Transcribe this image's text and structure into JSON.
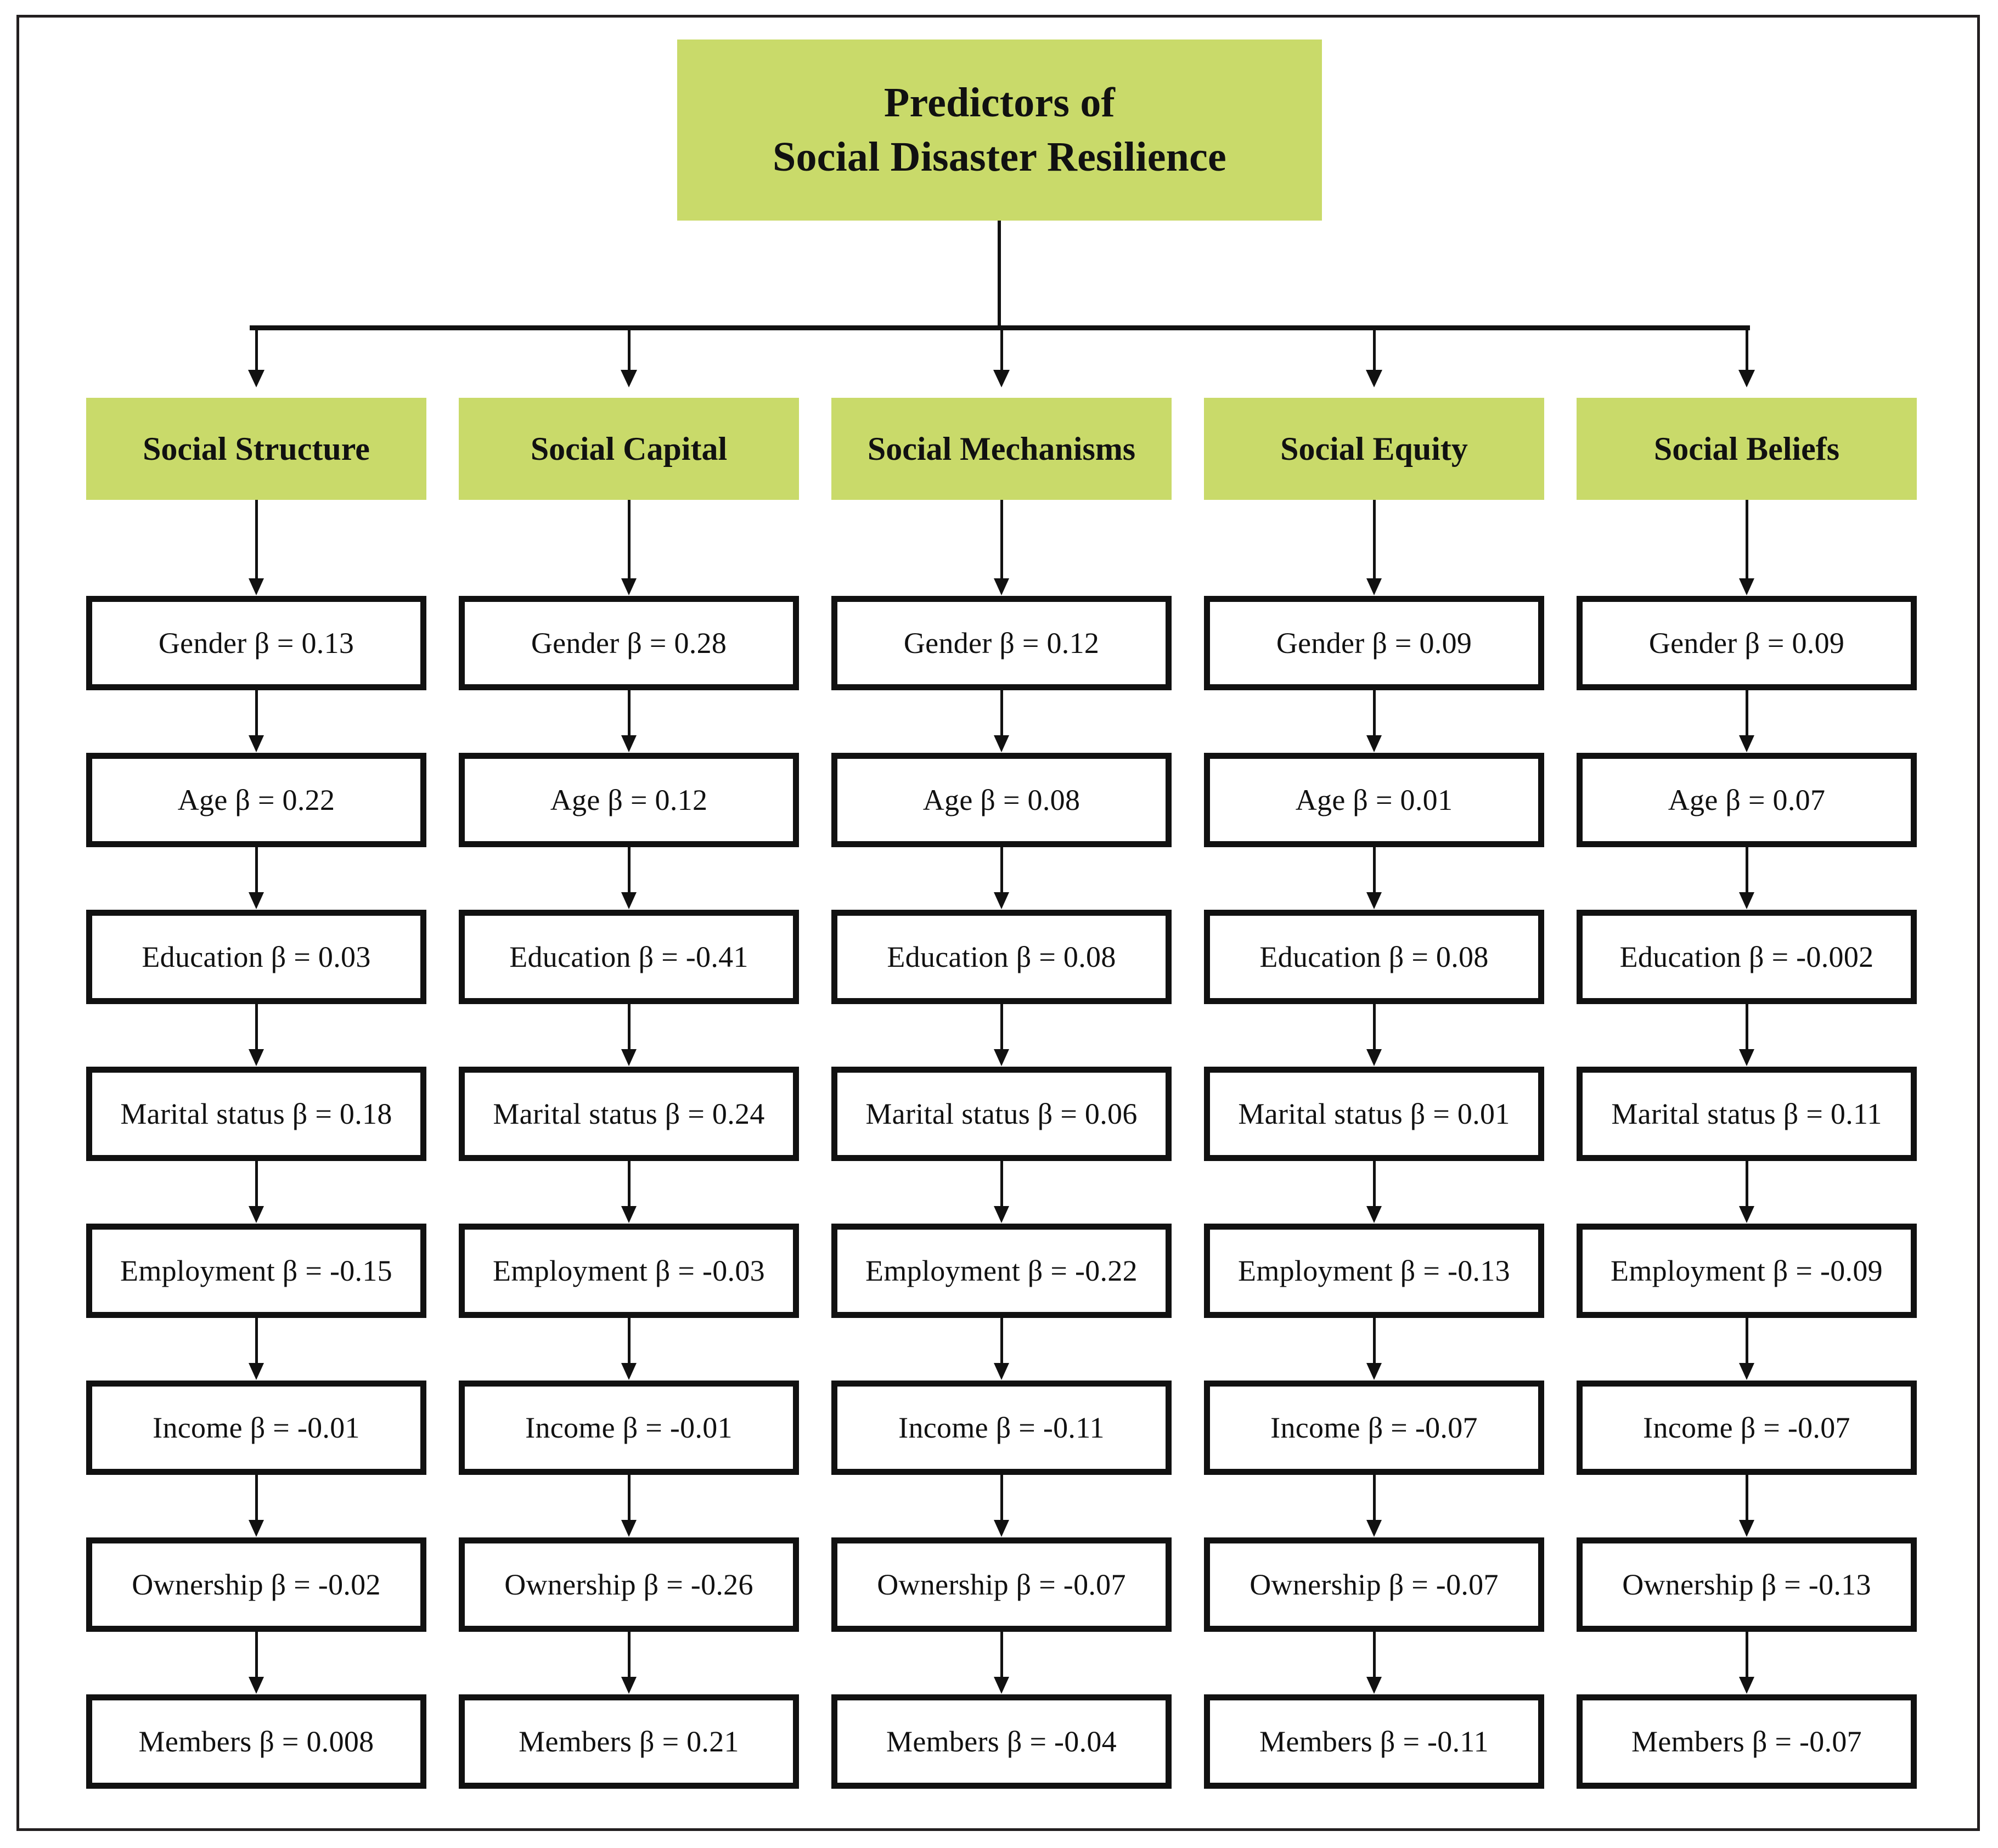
{
  "diagram": {
    "title": {
      "line1": "Predictors of",
      "line2": "Social Disaster Resilience"
    },
    "accent_color": "#c9da6a",
    "line_color": "#111111",
    "box_border_color": "#111111",
    "box_fill_color": "#ffffff",
    "beta_symbol": "β",
    "predictor_labels": [
      "Gender",
      "Age",
      "Education",
      "Marital status",
      "Employment",
      "Income",
      "Ownership",
      "Members"
    ],
    "columns": [
      {
        "header": "Social Structure",
        "rows": [
          {
            "label": "Gender",
            "text": "Gender β = 0.13",
            "value": 0.13
          },
          {
            "label": "Age",
            "text": "Age β = 0.22",
            "value": 0.22
          },
          {
            "label": "Education",
            "text": "Education β = 0.03",
            "value": 0.03
          },
          {
            "label": "Marital status",
            "text": "Marital status β = 0.18",
            "value": 0.18
          },
          {
            "label": "Employment",
            "text": "Employment β = -0.15",
            "value": -0.15
          },
          {
            "label": "Income",
            "text": "Income  β = -0.01",
            "value": -0.01
          },
          {
            "label": "Ownership",
            "text": "Ownership  β = -0.02",
            "value": -0.02
          },
          {
            "label": "Members",
            "text": "Members  β = 0.008",
            "value": 0.008
          }
        ]
      },
      {
        "header": "Social Capital",
        "rows": [
          {
            "label": "Gender",
            "text": "Gender β = 0.28",
            "value": 0.28
          },
          {
            "label": "Age",
            "text": "Age β = 0.12",
            "value": 0.12
          },
          {
            "label": "Education",
            "text": "Education β = -0.41",
            "value": -0.41
          },
          {
            "label": "Marital status",
            "text": "Marital status β = 0.24",
            "value": 0.24
          },
          {
            "label": "Employment",
            "text": "Employment β = -0.03",
            "value": -0.03
          },
          {
            "label": "Income",
            "text": "Income  β = -0.01",
            "value": -0.01
          },
          {
            "label": "Ownership",
            "text": "Ownership  β = -0.26",
            "value": -0.26
          },
          {
            "label": "Members",
            "text": "Members  β = 0.21",
            "value": 0.21
          }
        ]
      },
      {
        "header": "Social Mechanisms",
        "rows": [
          {
            "label": "Gender",
            "text": "Gender β = 0.12",
            "value": 0.12
          },
          {
            "label": "Age",
            "text": "Age β = 0.08",
            "value": 0.08
          },
          {
            "label": "Education",
            "text": "Education β = 0.08",
            "value": 0.08
          },
          {
            "label": "Marital status",
            "text": "Marital status β = 0.06",
            "value": 0.06
          },
          {
            "label": "Employment",
            "text": "Employment β = -0.22",
            "value": -0.22
          },
          {
            "label": "Income",
            "text": "Income  β = -0.11",
            "value": -0.11
          },
          {
            "label": "Ownership",
            "text": "Ownership  β = -0.07",
            "value": -0.07
          },
          {
            "label": "Members",
            "text": "Members  β = -0.04",
            "value": -0.04
          }
        ]
      },
      {
        "header": "Social Equity",
        "rows": [
          {
            "label": "Gender",
            "text": "Gender β = 0.09",
            "value": 0.09
          },
          {
            "label": "Age",
            "text": "Age β = 0.01",
            "value": 0.01
          },
          {
            "label": "Education",
            "text": "Education β = 0.08",
            "value": 0.08
          },
          {
            "label": "Marital status",
            "text": "Marital status β = 0.01",
            "value": 0.01
          },
          {
            "label": "Employment",
            "text": "Employment β = -0.13",
            "value": -0.13
          },
          {
            "label": "Income",
            "text": "Income  β = -0.07",
            "value": -0.07
          },
          {
            "label": "Ownership",
            "text": "Ownership  β = -0.07",
            "value": -0.07
          },
          {
            "label": "Members",
            "text": "Members  β = -0.11",
            "value": -0.11
          }
        ]
      },
      {
        "header": "Social Beliefs",
        "rows": [
          {
            "label": "Gender",
            "text": "Gender β = 0.09",
            "value": 0.09
          },
          {
            "label": "Age",
            "text": "Age β = 0.07",
            "value": 0.07
          },
          {
            "label": "Education",
            "text": "Education β = -0.002",
            "value": -0.002
          },
          {
            "label": "Marital status",
            "text": "Marital status β = 0.11",
            "value": 0.11
          },
          {
            "label": "Employment",
            "text": "Employment β = -0.09",
            "value": -0.09
          },
          {
            "label": "Income",
            "text": "Income  β = -0.07",
            "value": -0.07
          },
          {
            "label": "Ownership",
            "text": "Ownership  β = -0.13",
            "value": -0.13
          },
          {
            "label": "Members",
            "text": "Members  β = -0.07",
            "value": -0.07
          }
        ]
      }
    ]
  }
}
